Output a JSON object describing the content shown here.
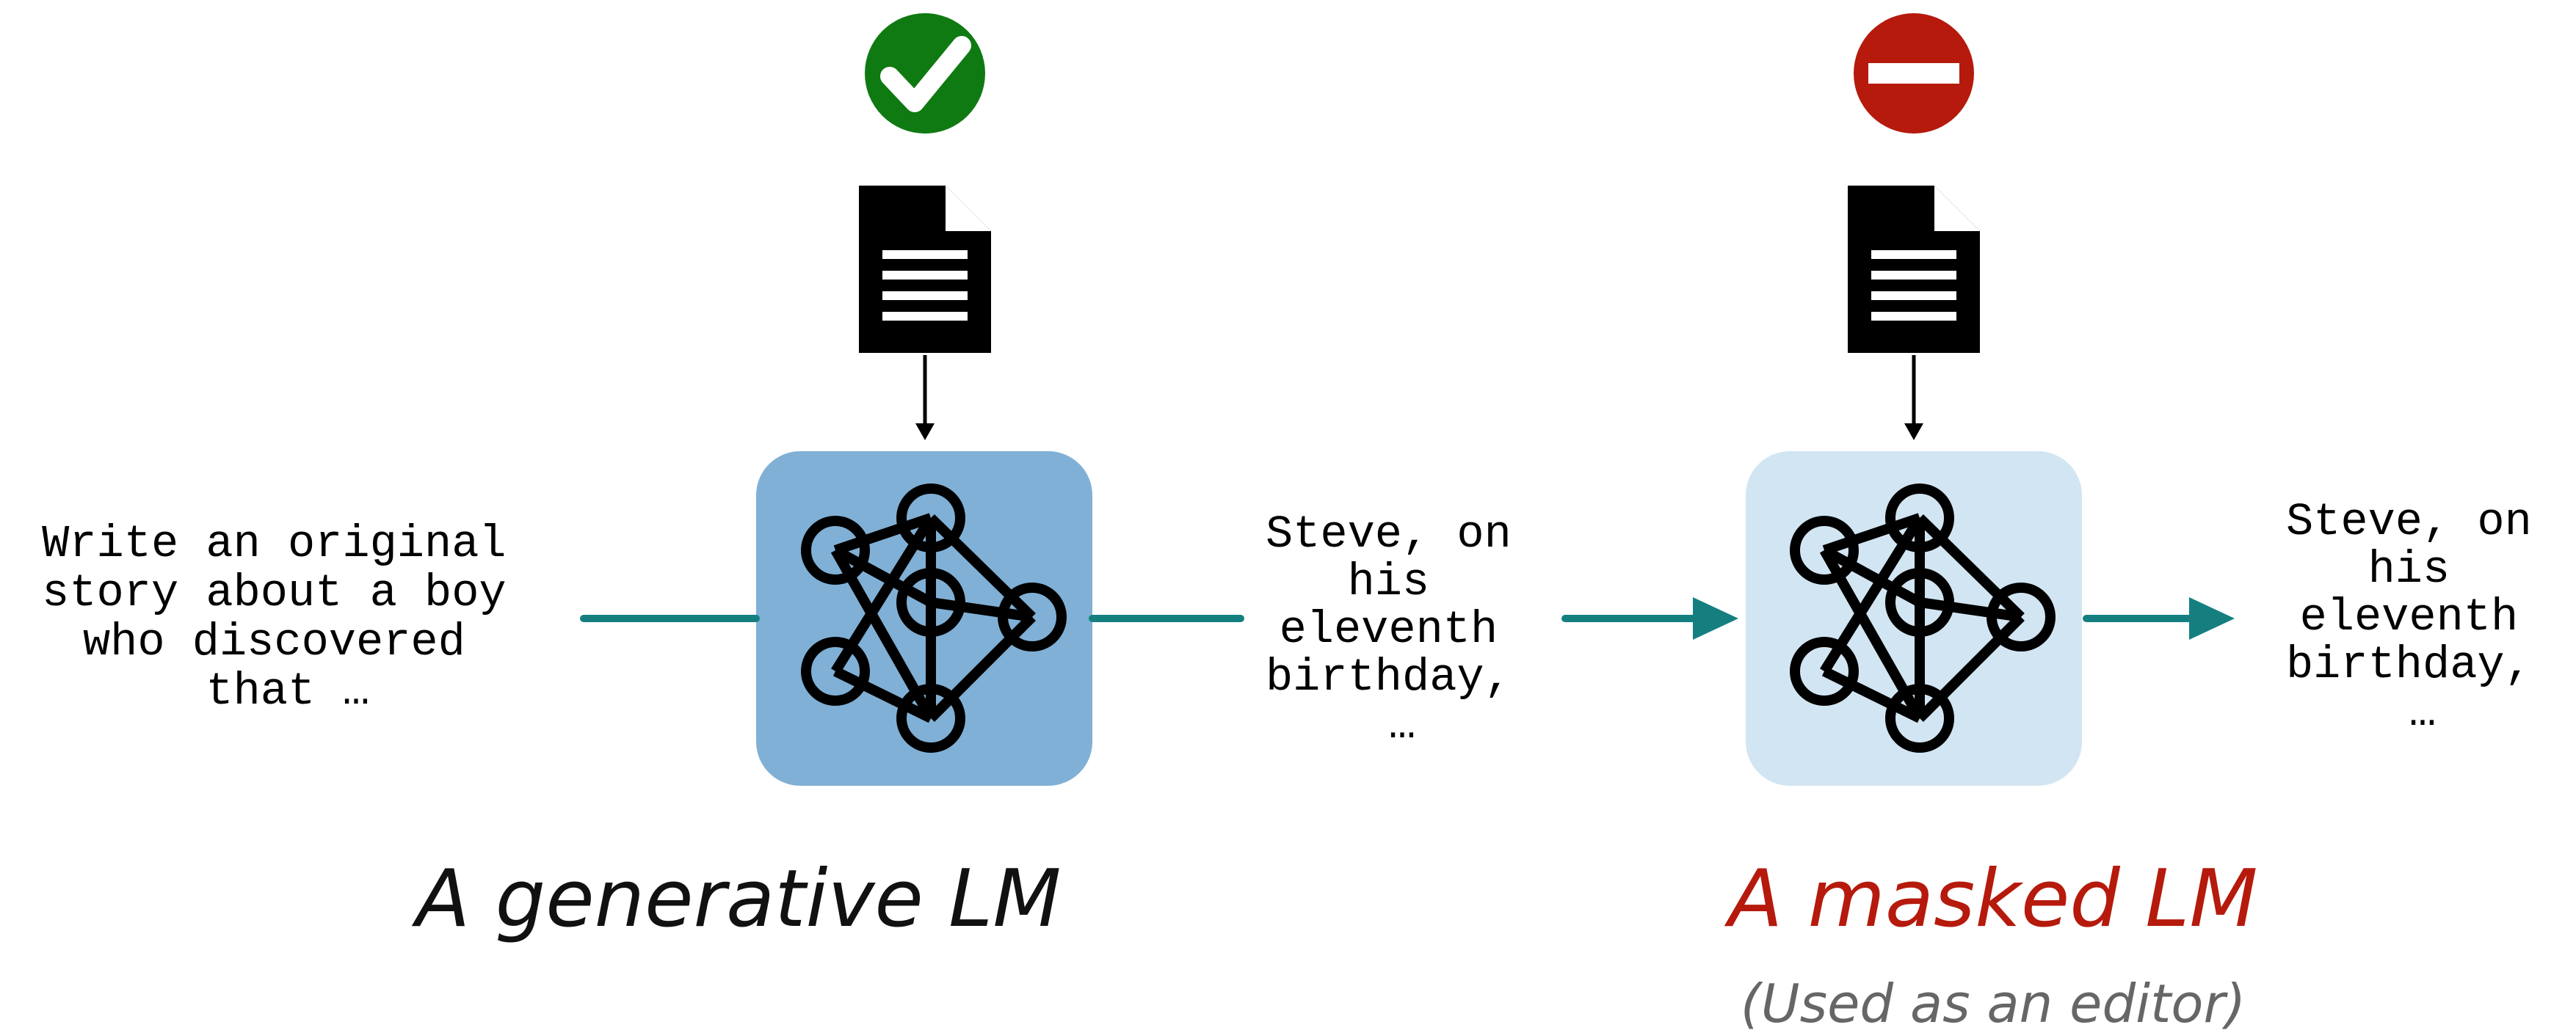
{
  "input_text": [
    "Write an original",
    "story about a boy",
    "who discovered",
    "that …"
  ],
  "intermediate_text": [
    "Steve, on",
    "his",
    "eleventh",
    "birthday,",
    "…"
  ],
  "output_text": [
    "Steve, on",
    "his",
    "eleventh",
    "birthday,",
    "…"
  ],
  "generative": {
    "caption": "A generative LM",
    "status_icon": "check-circle-icon",
    "status_color": "#0f7a12",
    "box_color": "#80b0d6"
  },
  "masked": {
    "caption": "A masked LM",
    "subcaption": "(Used as an editor)",
    "status_icon": "no-entry-icon",
    "status_color": "#b51a0c",
    "box_color": "#d2e5f2"
  },
  "colors": {
    "arrow": "#157f80",
    "caption_black": "#111111",
    "caption_red": "#b51a0c",
    "subcaption_gray": "#666666"
  }
}
